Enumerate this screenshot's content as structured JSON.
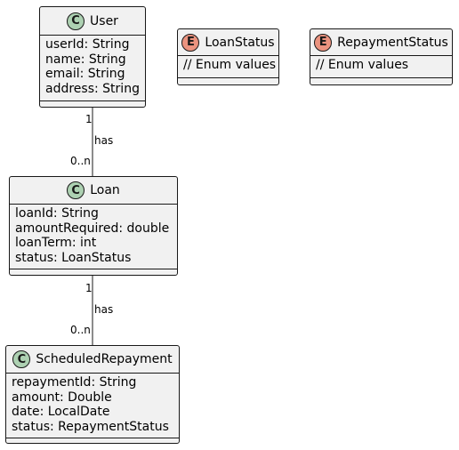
{
  "classes": {
    "user": {
      "name": "User",
      "stereotype_letter": "C",
      "attributes": [
        "userId: String",
        "name: String",
        "email: String",
        "address: String"
      ]
    },
    "loan_status": {
      "name": "LoanStatus",
      "stereotype_letter": "E",
      "attributes": [
        "// Enum values"
      ]
    },
    "repayment_status": {
      "name": "RepaymentStatus",
      "stereotype_letter": "E",
      "attributes": [
        "// Enum values"
      ]
    },
    "loan": {
      "name": "Loan",
      "stereotype_letter": "C",
      "attributes": [
        "loanId: String",
        "amountRequired: double",
        "loanTerm: int",
        "status: LoanStatus"
      ]
    },
    "scheduled_repayment": {
      "name": "ScheduledRepayment",
      "stereotype_letter": "C",
      "attributes": [
        "repaymentId: String",
        "amount: Double",
        "date: LocalDate",
        "status: RepaymentStatus"
      ]
    }
  },
  "relations": {
    "user_loan": {
      "label": "has",
      "source_multiplicity": "1",
      "target_multiplicity": "0..n"
    },
    "loan_repayment": {
      "label": "has",
      "source_multiplicity": "1",
      "target_multiplicity": "0..n"
    }
  },
  "colors": {
    "class_badge": "#add1b2",
    "enum_badge": "#eb937f",
    "box_fill": "#f1f1f1",
    "border": "#181818"
  }
}
